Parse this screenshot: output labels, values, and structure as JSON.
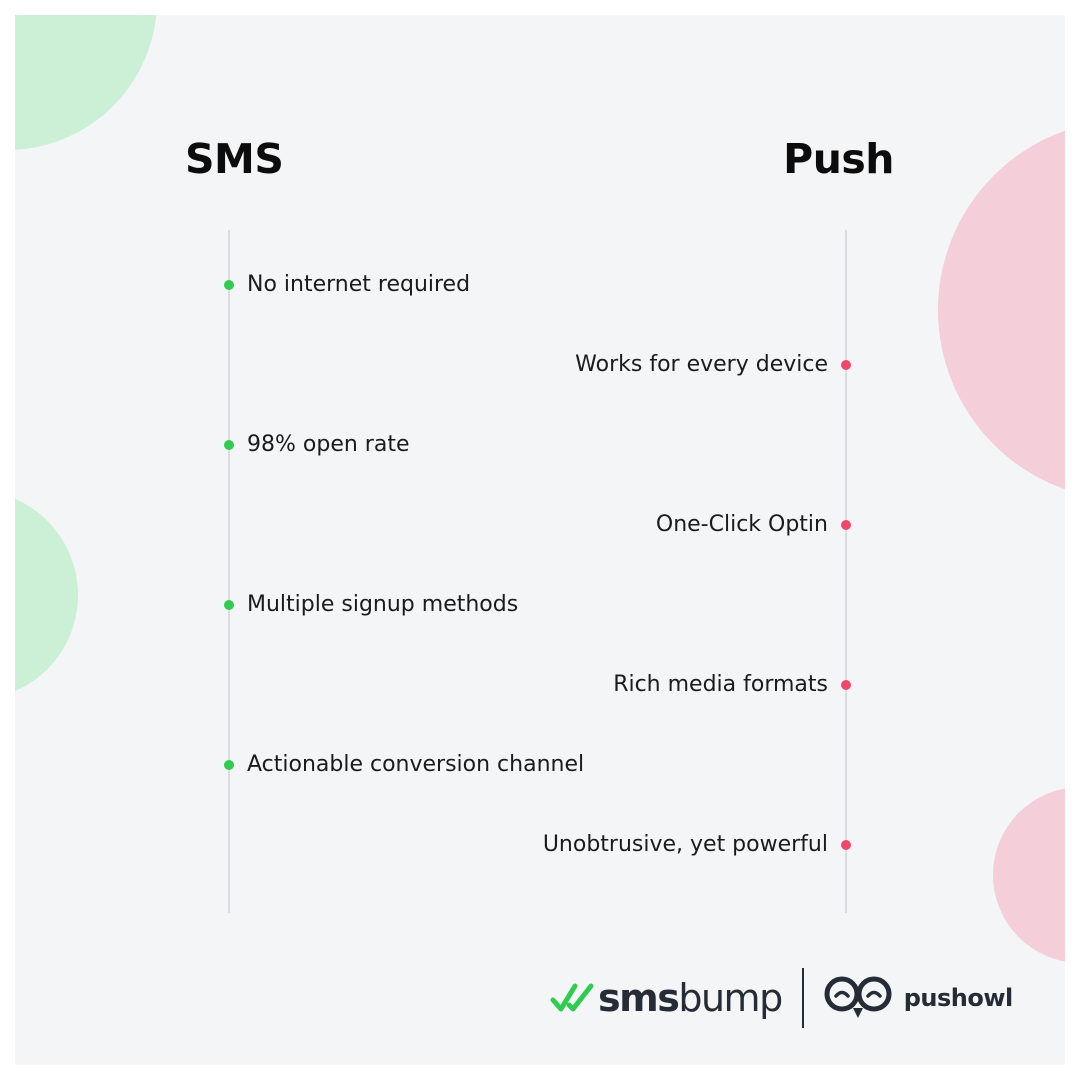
{
  "headers": {
    "left": "SMS",
    "right": "Push"
  },
  "sms_features": [
    "No internet required",
    "98% open rate",
    "Multiple signup methods",
    "Actionable conversion channel"
  ],
  "push_features": [
    "Works for every device",
    "One-Click Optin",
    "Rich media formats",
    "Unobtrusive, yet powerful"
  ],
  "footer": {
    "brand_left_bold": "sms",
    "brand_left_light": "bump",
    "brand_right": "pushowl"
  },
  "colors": {
    "background": "#f4f5f7",
    "sms_accent": "#2fcc4f",
    "push_accent": "#f0466a",
    "sms_blob": "#cbf0d5",
    "push_blob": "#f4ced8",
    "timeline": "#dcdde0",
    "text": "#1b1b1b",
    "brand_dark": "#262c36"
  },
  "icons": {
    "smsbump_logo": "double-check-icon",
    "pushowl_logo": "owl-icon"
  }
}
